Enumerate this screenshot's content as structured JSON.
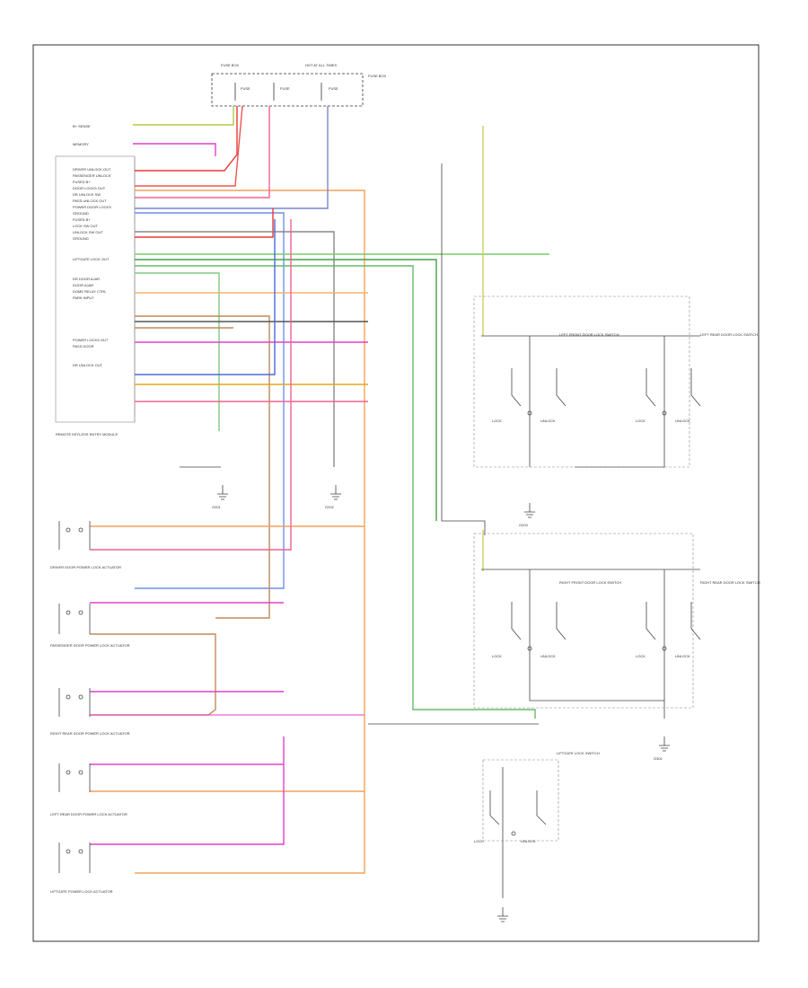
{
  "diagram": {
    "fuse_box_label": "FUSE BOX",
    "fuse_right_text": "FUSE BOX",
    "module_label": "REMOTE KEYLESS ENTRY MODULE",
    "left_switch_a": "DRIVER DOOR POWER LOCK ACTUATOR",
    "left_switch_b": "PASSENGER DOOR POWER LOCK ACTUATOR",
    "left_switch_c": "RIGHT REAR DOOR POWER LOCK ACTUATOR",
    "left_switch_d": "LEFT REAR DOOR POWER LOCK ACTUATOR",
    "left_switch_e": "LIFTGATE POWER LOCK ACTUATOR",
    "sw_top_left_title": "LEFT FRONT DOOR LOCK SWITCH",
    "sw_top_right_title": "LEFT REAR DOOR LOCK SWITCH",
    "sw_mid_left_title": "RIGHT FRONT DOOR LOCK SWITCH",
    "sw_mid_right_title": "RIGHT REAR DOOR LOCK SWITCH",
    "sw_bottom_title": "LIFTGATE LOCK SWITCH",
    "lock": "LOCK",
    "unlock": "UNLOCK",
    "ground_1": "G201",
    "ground_2": "G202",
    "ground_3": "G203",
    "ground_4": "G301",
    "footer": ""
  }
}
